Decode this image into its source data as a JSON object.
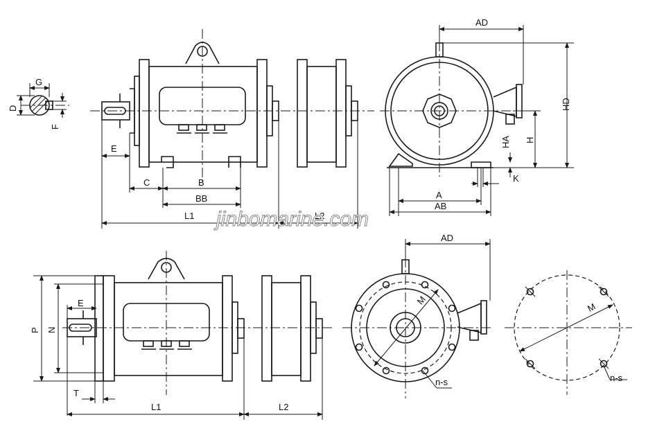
{
  "labels": {
    "G": "G",
    "D": "D",
    "F": "F",
    "E": "E",
    "C": "C",
    "B": "B",
    "BB": "BB",
    "L1": "L1",
    "L2": "L2",
    "AD": "AD",
    "HD": "HD",
    "HA": "HA",
    "H": "H",
    "K": "K",
    "A": "A",
    "AB": "AB",
    "P": "P",
    "N": "N",
    "T": "T",
    "M": "M",
    "ns": "n-s"
  },
  "watermark": "jinbomarine.com"
}
